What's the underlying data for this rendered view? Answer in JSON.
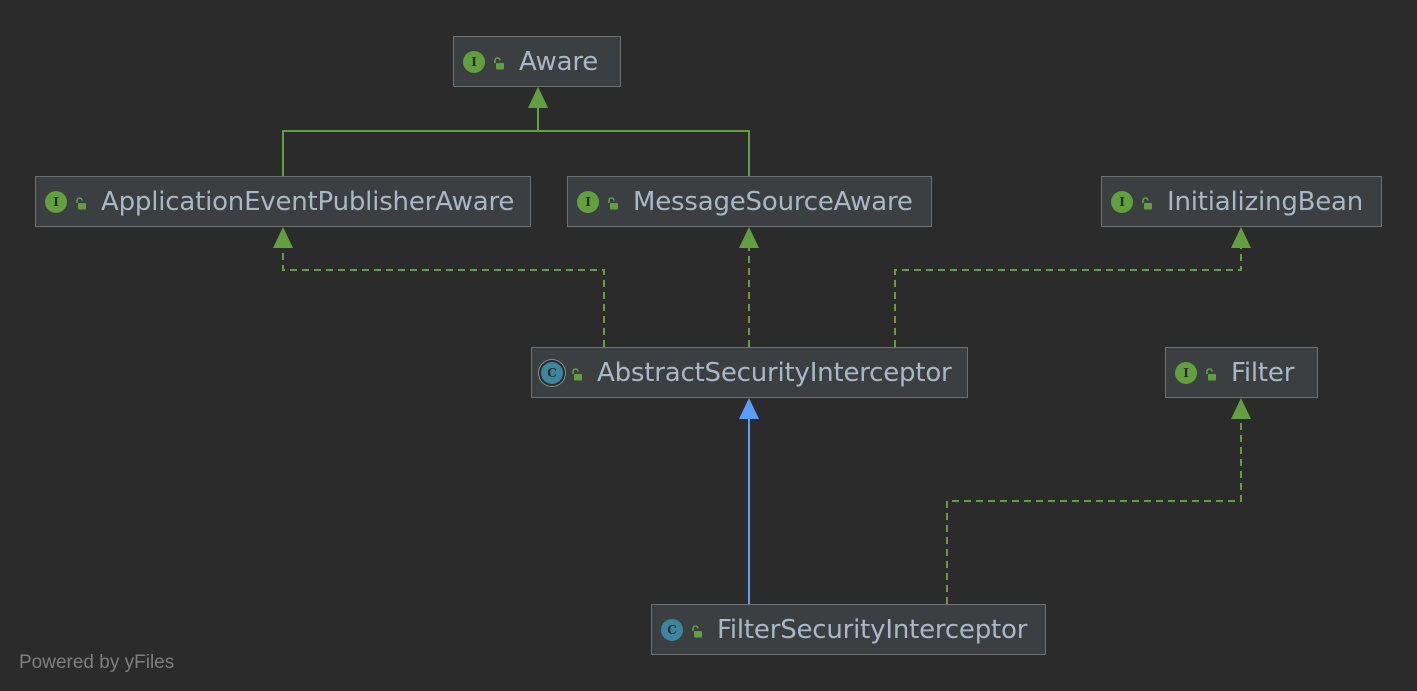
{
  "diagram": {
    "title": "",
    "nodes": [
      {
        "id": "aware",
        "label": "Aware",
        "kind": "interface",
        "badge": "I"
      },
      {
        "id": "appEventPublisherAware",
        "label": "ApplicationEventPublisherAware",
        "kind": "interface",
        "badge": "I"
      },
      {
        "id": "messageSourceAware",
        "label": "MessageSourceAware",
        "kind": "interface",
        "badge": "I"
      },
      {
        "id": "initializingBean",
        "label": "InitializingBean",
        "kind": "interface",
        "badge": "I"
      },
      {
        "id": "abstractSecurityInterceptor",
        "label": "AbstractSecurityInterceptor",
        "kind": "abstract-class",
        "badge": "C"
      },
      {
        "id": "filter",
        "label": "Filter",
        "kind": "interface",
        "badge": "I"
      },
      {
        "id": "filterSecurityInterceptor",
        "label": "FilterSecurityInterceptor",
        "kind": "class",
        "badge": "C"
      }
    ],
    "edges": [
      {
        "from": "appEventPublisherAware",
        "to": "aware",
        "type": "extends-interface"
      },
      {
        "from": "messageSourceAware",
        "to": "aware",
        "type": "extends-interface"
      },
      {
        "from": "abstractSecurityInterceptor",
        "to": "appEventPublisherAware",
        "type": "implements"
      },
      {
        "from": "abstractSecurityInterceptor",
        "to": "messageSourceAware",
        "type": "implements"
      },
      {
        "from": "abstractSecurityInterceptor",
        "to": "initializingBean",
        "type": "implements"
      },
      {
        "from": "filterSecurityInterceptor",
        "to": "abstractSecurityInterceptor",
        "type": "extends-class"
      },
      {
        "from": "filterSecurityInterceptor",
        "to": "filter",
        "type": "implements"
      }
    ],
    "colors": {
      "background": "#2b2b2b",
      "node_fill": "#3c3f41",
      "node_border": "#6f7173",
      "label_text": "#a9b7c6",
      "interface_badge": "#62a03f",
      "class_badge": "#3e86a0",
      "interface_edge": "#62a03f",
      "class_edge": "#589df6"
    },
    "icons": {
      "interface": "interface-icon",
      "class": "class-icon",
      "abstract-class": "abstract-class-icon",
      "visibility": "unlocked-icon"
    }
  },
  "footer": {
    "powered_by": "Powered by yFiles"
  }
}
